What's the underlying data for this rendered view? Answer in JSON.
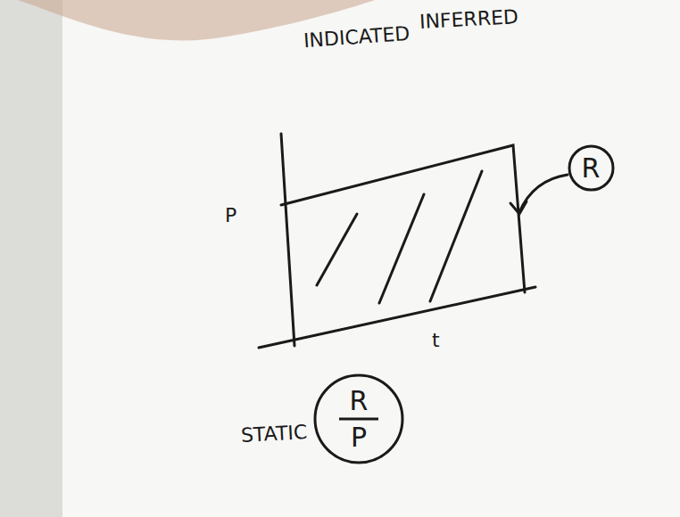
{
  "diagram": {
    "nodes": [
      {
        "text": [
          "R"
        ]
      },
      {
        "text": [
          "R",
          "P"
        ]
      }
    ],
    "labels": [
      "INDICATED",
      "INFERRED",
      "P",
      "t",
      "STATIC"
    ]
  }
}
